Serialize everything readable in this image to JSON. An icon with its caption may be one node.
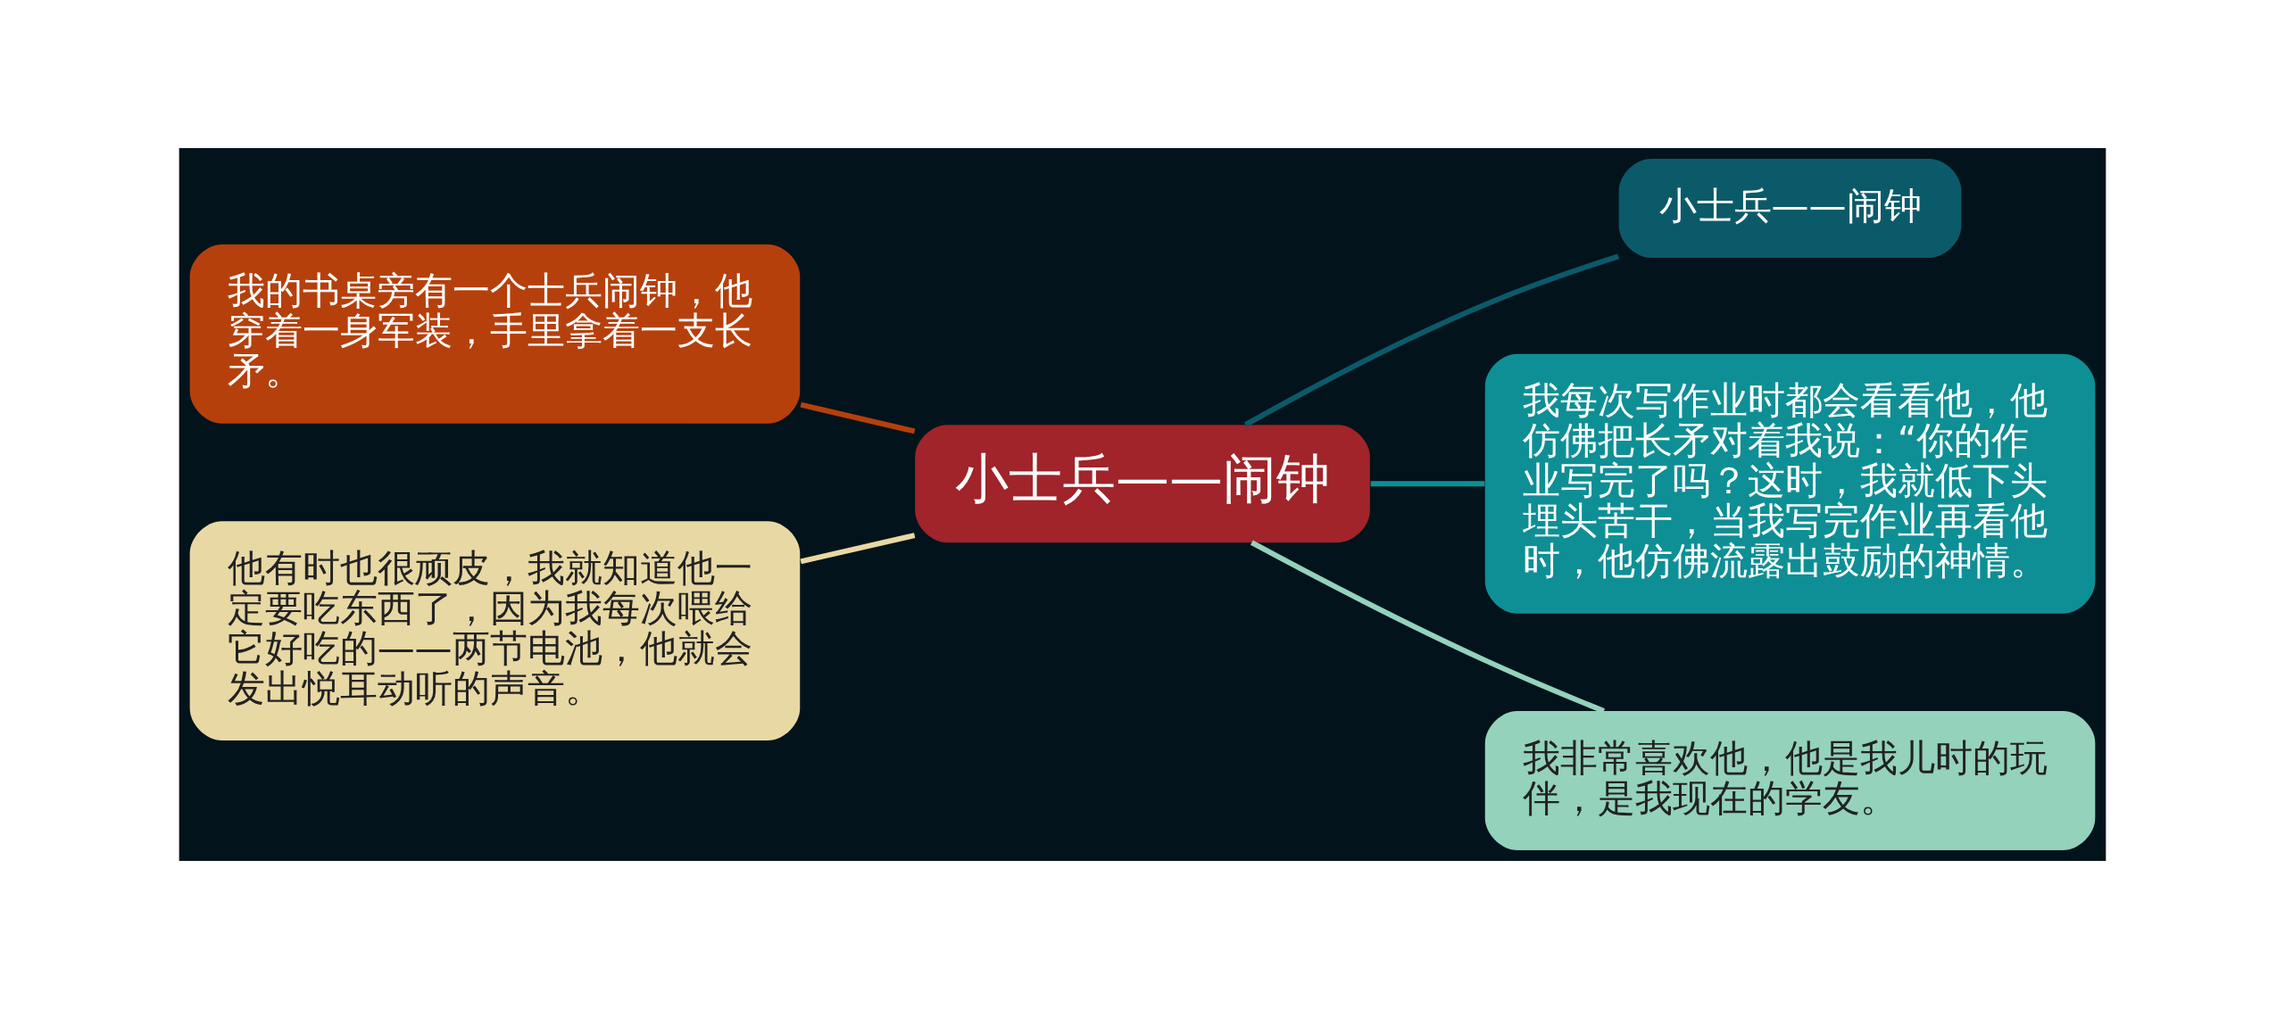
{
  "diagram": {
    "nodes": [
      {
        "text": [
          "小士兵——闹钟"
        ]
      },
      {
        "text": [
          "我的书桌旁有一个士兵闹钟，他穿着一身军装，手里拿着一支长矛。"
        ]
      },
      {
        "text": [
          "他有时也很顽皮，我就知道他一定要吃东西了，因为我每次喂给它好吃的——两节电池，他就会发出悦耳动听的声音。"
        ]
      },
      {
        "text": [
          "小士兵——闹钟"
        ]
      },
      {
        "text": [
          "我每次写作业时都会看看他，他仿佛把长矛对着我说：“你的作业写完了吗？这时，我就低下头埋头苦干，当我写完作业再看他时，他仿佛流露出鼓励的神情。"
        ]
      },
      {
        "text": [
          "我非常喜欢他，他是我儿时的玩伴，是我现在的学友。"
        ]
      }
    ],
    "edges": [
      {
        "from": 0,
        "to": 1,
        "arrow": "none",
        "color": "#b5400c"
      },
      {
        "from": 0,
        "to": 2,
        "arrow": "none",
        "color": "#e8d8a4"
      },
      {
        "from": 0,
        "to": 3,
        "arrow": "none",
        "color": "#0b5a6a"
      },
      {
        "from": 0,
        "to": 4,
        "arrow": "none",
        "color": "#0e8f95"
      },
      {
        "from": 0,
        "to": 5,
        "arrow": "none",
        "color": "#94d2bc"
      }
    ]
  }
}
